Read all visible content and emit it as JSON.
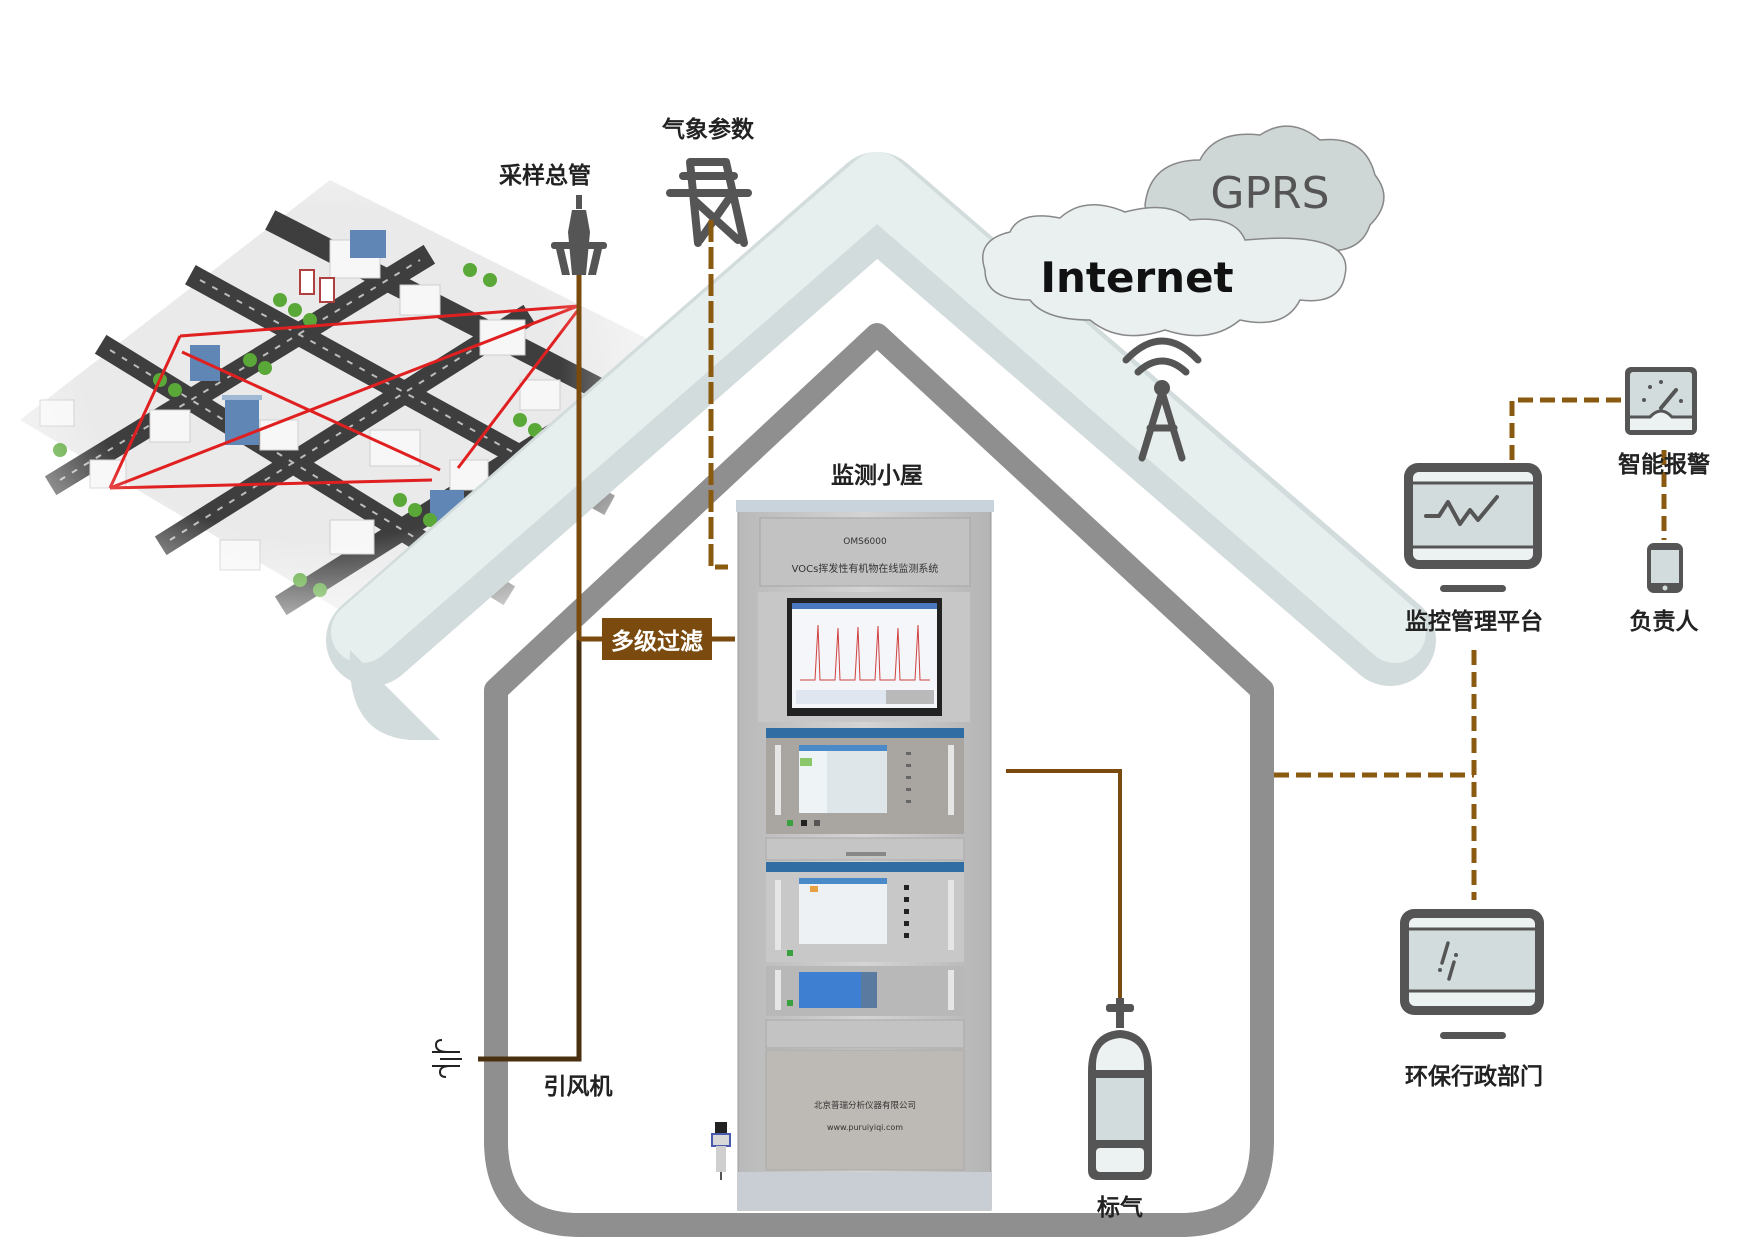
{
  "labels": {
    "sampling_pipe": "采样总管",
    "weather_params": "气象参数",
    "monitoring_house": "监测小屋",
    "multi_filter": "多级过滤",
    "induced_fan": "引风机",
    "standard_gas": "标气",
    "monitor_platform": "监控管理平台",
    "smart_alarm": "智能报警",
    "person_in_charge": "负责人",
    "env_department": "环保行政部门",
    "internet": "Internet",
    "gprs": "GPRS"
  },
  "cabinet": {
    "model": "OMS6000",
    "title": "VOCs挥发性有机物在线监测系统",
    "company": "北京普瑞分析仪器有限公司",
    "website": "www.puruiyiqi.com"
  },
  "colors": {
    "pipe_brown": "#7a4a0e",
    "pipe_dark": "#4a3010",
    "dash_brown": "#8a5a10",
    "house_gray": "#8f8f8f",
    "roof_light": "#e6eeee",
    "roof_mid": "#d3dcdc",
    "icon_dark": "#555555",
    "icon_fill": "#d3dcdc",
    "red_path": "#e02020"
  }
}
